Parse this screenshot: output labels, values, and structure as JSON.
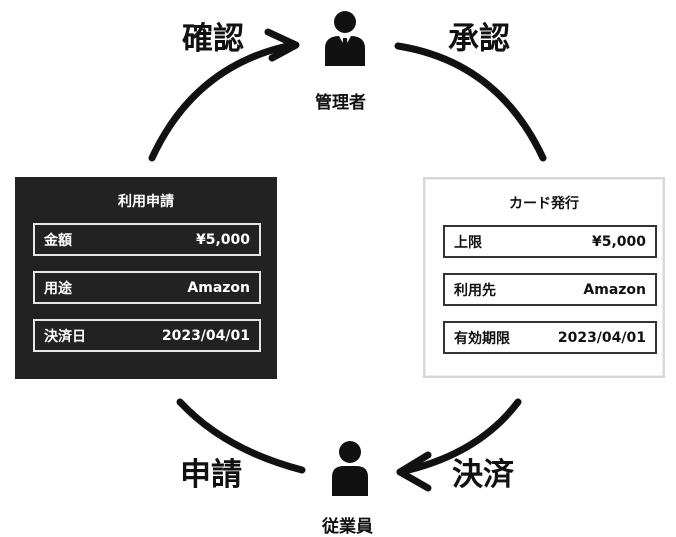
{
  "colors": {
    "ink": "#111111",
    "dark_card": "#222222",
    "light_card": "#ffffff"
  },
  "flow_labels": {
    "confirm": "確認",
    "approve": "承認",
    "apply": "申請",
    "settle": "決済"
  },
  "roles": {
    "manager": {
      "label": "管理者",
      "icon": "person-suit-icon"
    },
    "employee": {
      "label": "従業員",
      "icon": "person-icon"
    }
  },
  "request_card": {
    "title": "利用申請",
    "rows": [
      {
        "key": "金額",
        "value": "¥5,000"
      },
      {
        "key": "用途",
        "value": "Amazon"
      },
      {
        "key": "決済日",
        "value": "2023/04/01"
      }
    ]
  },
  "issue_card": {
    "title": "カード発行",
    "rows": [
      {
        "key": "上限",
        "value": "¥5,000"
      },
      {
        "key": "利用先",
        "value": "Amazon"
      },
      {
        "key": "有効期限",
        "value": "2023/04/01"
      }
    ]
  }
}
